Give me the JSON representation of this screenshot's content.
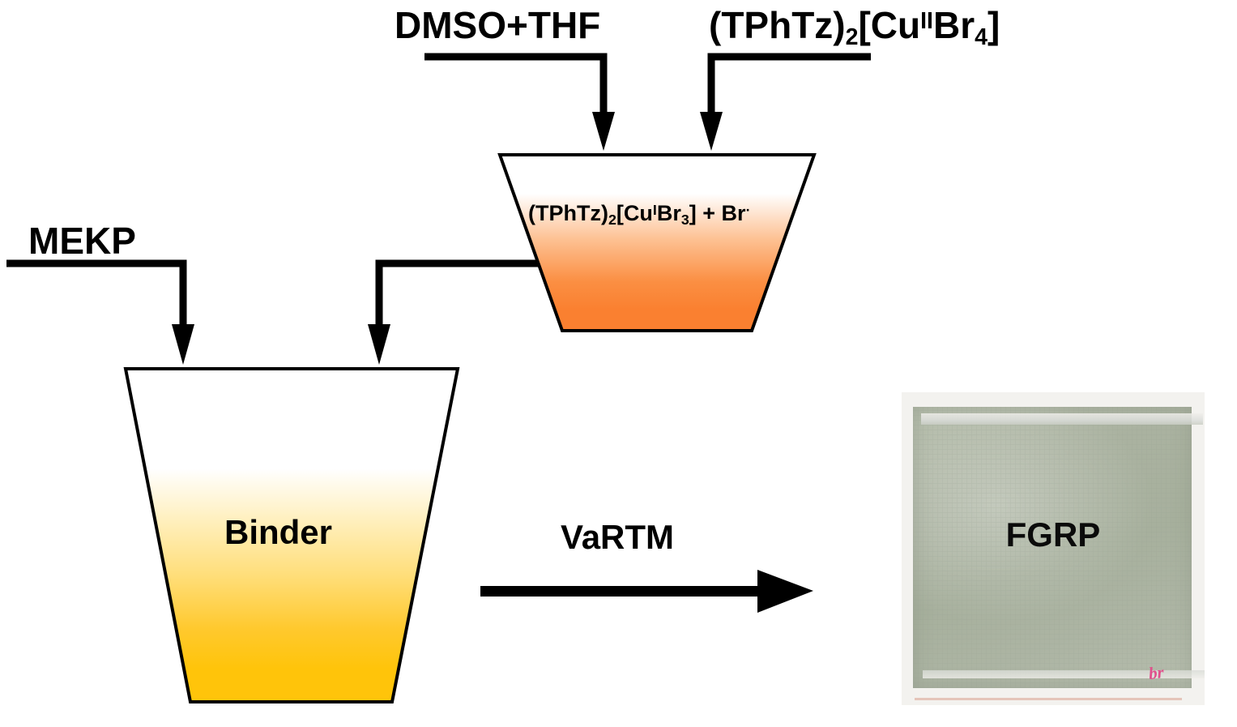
{
  "diagram": {
    "title": "FGRP composite fabrication flow diagram",
    "colors": {
      "line": "#000000",
      "funnel_orange_fill": "#FA8030",
      "funnel_gold_fill": "#FFC40A",
      "panel_green": "#AAB2A0",
      "panel_mark_pink": "#E0508C",
      "background": "#FFFFFF"
    }
  },
  "inputs": {
    "solvent_label": "DMSO+THF",
    "copper_complex": {
      "part1": "(TPhTz)",
      "sub1": "2",
      "part2": "[Cu",
      "sup1": "II",
      "part3": "Br",
      "sub2": "4",
      "part4": "]"
    },
    "initiator_label": "MEKP"
  },
  "reaction_funnel": {
    "name": "reaction-vessel",
    "product": {
      "part1": "(TPhTz)",
      "sub1": "2",
      "part2": "[Cu",
      "sup1": "I",
      "part3": "Br",
      "sub2": "3",
      "part4": "] + Br",
      "sup2": "·"
    }
  },
  "binder_funnel": {
    "name": "binder-vessel",
    "label": "Binder"
  },
  "process": {
    "arrow_label": "VaRTM"
  },
  "product_panel": {
    "label": "FGRP",
    "handwritten_mark": "br"
  }
}
